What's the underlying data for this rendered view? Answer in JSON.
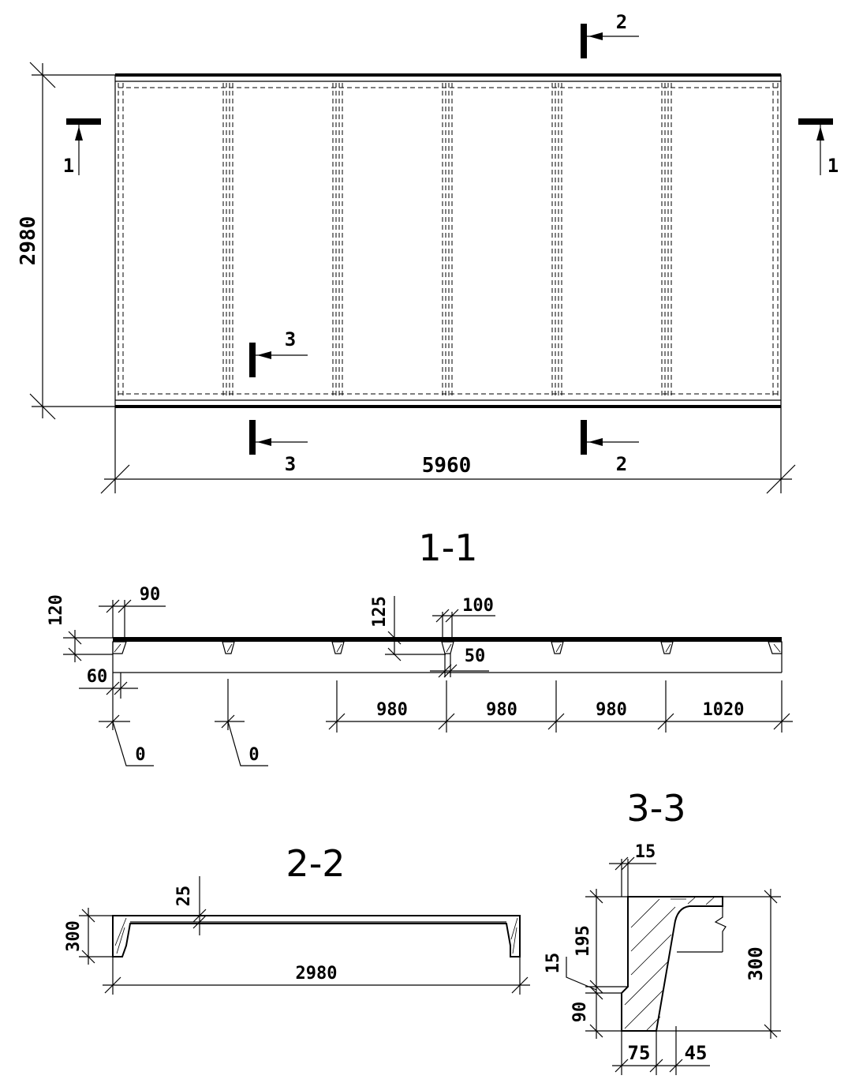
{
  "plan": {
    "width_label": "5960",
    "height_label": "2980",
    "section_marks": {
      "s1_left": "1",
      "s1_right": "1",
      "s2_top": "2",
      "s2_bottom": "2",
      "s3_inner": "3",
      "s3_bottom": "3"
    }
  },
  "section_1_1": {
    "title": "1-1",
    "dims": {
      "d120": "120",
      "d90": "90",
      "d60": "60",
      "d125": "125",
      "d100": "100",
      "d50": "50",
      "zero_a": "0",
      "zero_b": "0"
    },
    "spans": [
      "980",
      "980",
      "980",
      "1020"
    ]
  },
  "section_2_2": {
    "title": "2-2",
    "dims": {
      "d300": "300",
      "d25": "25",
      "d2980": "2980"
    }
  },
  "section_3_3": {
    "title": "3-3",
    "dims": {
      "d15_top": "15",
      "d195": "195",
      "d15_side": "15",
      "d90": "90",
      "d300": "300",
      "d75": "75",
      "d45": "45"
    }
  }
}
